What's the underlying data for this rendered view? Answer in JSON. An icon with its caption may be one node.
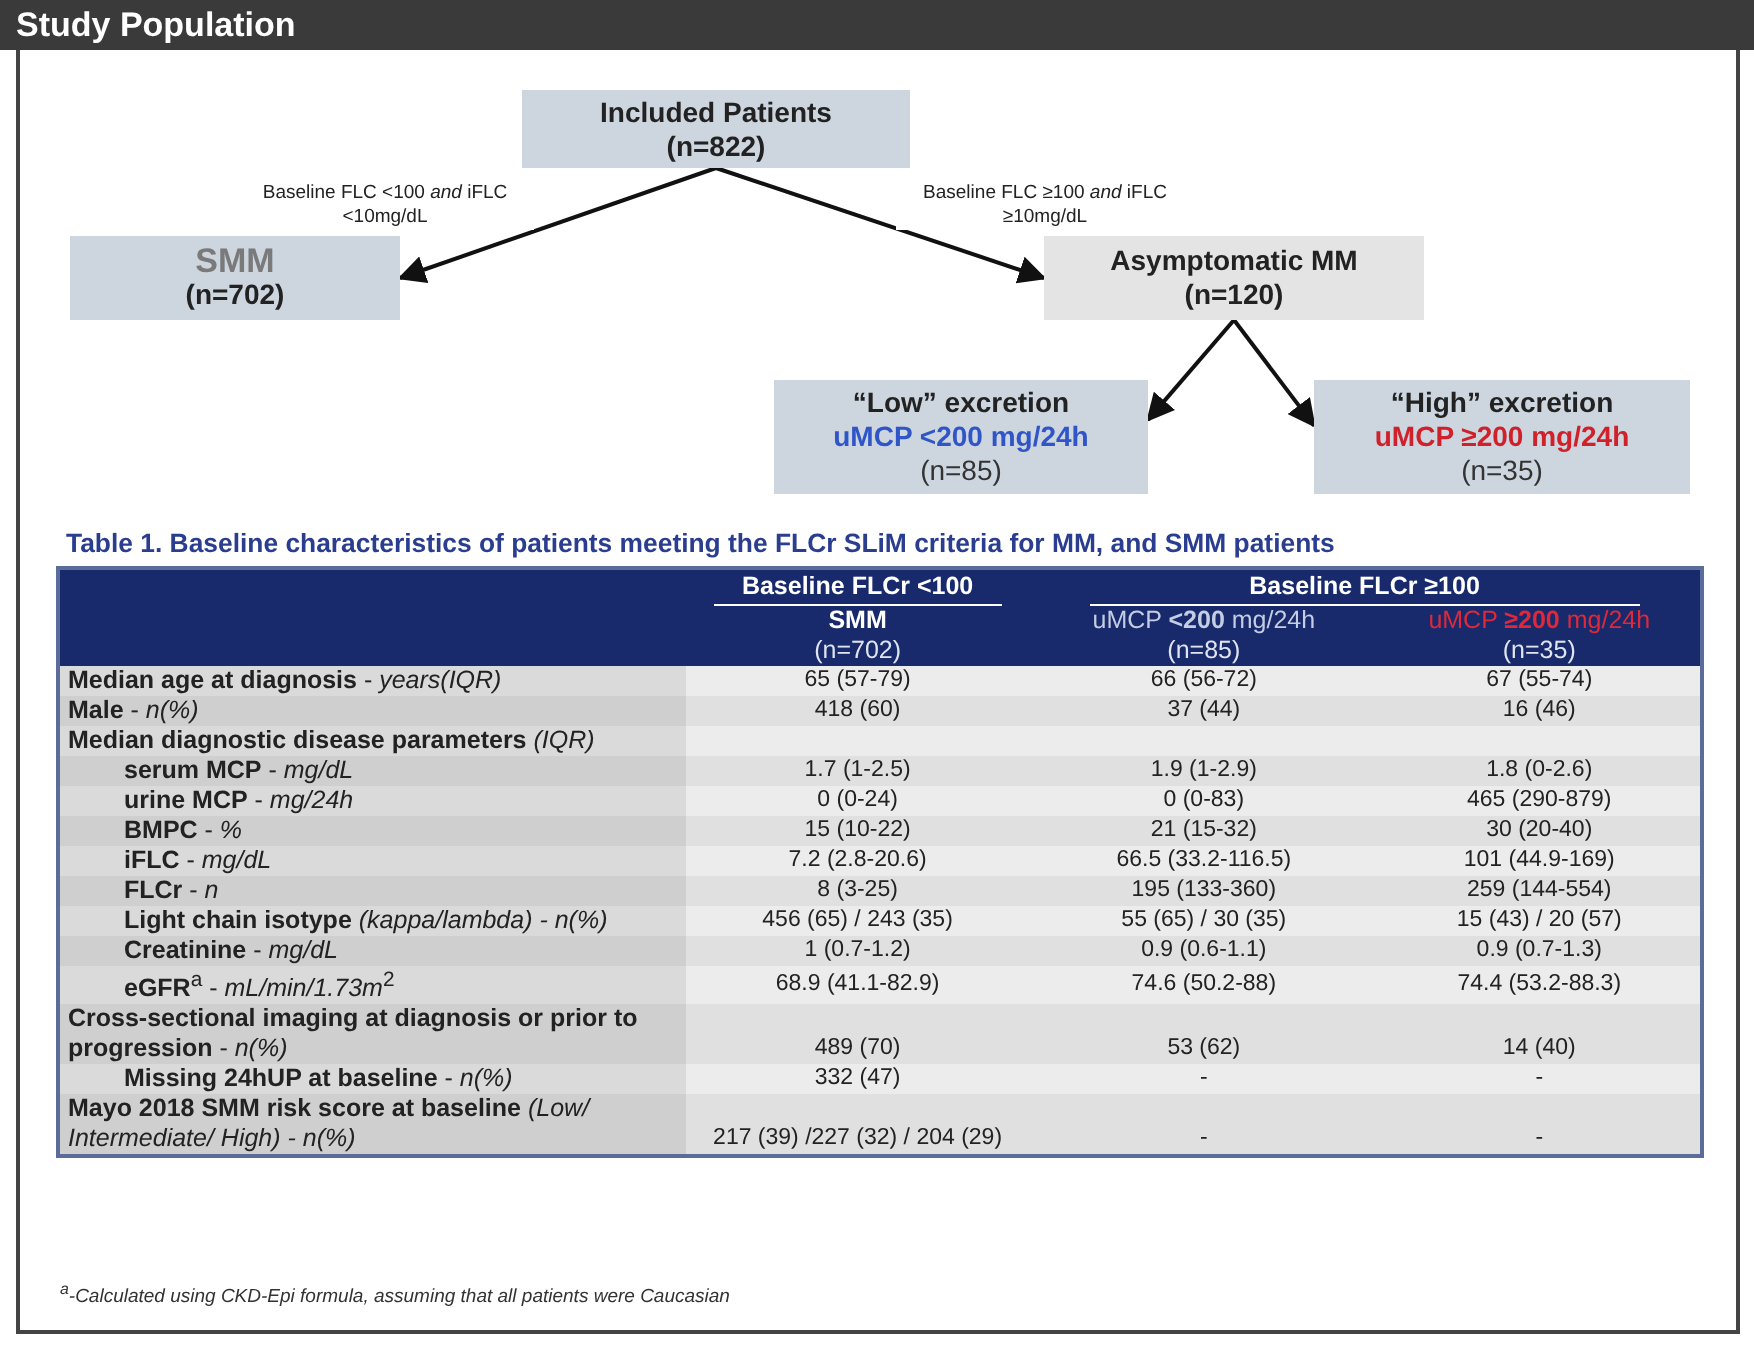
{
  "diagram": {
    "title": "Study Population",
    "nodes": [
      {
        "text": [
          "Included Patients",
          "(n=822)"
        ]
      },
      {
        "text": [
          "SMM",
          "(n=702)"
        ]
      },
      {
        "text": [
          "Asymptomatic MM",
          "(n=120)"
        ]
      },
      {
        "text": [
          "“Low” excretion",
          "uMCP <200 mg/24h",
          "(n=85)"
        ]
      },
      {
        "text": [
          "“High” excretion",
          "uMCP ≥200 mg/24h",
          "(n=35)"
        ]
      }
    ],
    "edges": [
      {
        "from": 0,
        "to": 1,
        "arrow": "to",
        "label": "Baseline FLC <100 *and* iFLC <10mg/dL"
      },
      {
        "from": 0,
        "to": 2,
        "arrow": "to",
        "label": "Baseline FLC ≥100 *and* iFLC ≥10mg/dL"
      },
      {
        "from": 2,
        "to": 3,
        "arrow": "to"
      },
      {
        "from": 2,
        "to": 4,
        "arrow": "to"
      }
    ],
    "labels": [
      "Table 1. Baseline characteristics of patients meeting the FLCr SLiM criteria for MM, and SMM patients",
      "Baseline FLCr <100",
      "Baseline FLCr ≥100",
      "SMM",
      "(n=702)",
      "uMCP **<200** mg/24h",
      "(n=85)",
      "uMCP **≥200** mg/24h",
      "(n=35)",
      "**Median age at diagnosis** - *years(IQR)*",
      "65 (57-79)",
      "66 (56-72)",
      "67 (55-74)",
      "**Male** - *n(%)*",
      "418 (60)",
      "37 (44)",
      "16 (46)",
      "**Median diagnostic disease parameters** *(IQR)*",
      "**serum MCP** - *mg/dL*",
      "1.7 (1-2.5)",
      "1.9 (1-2.9)",
      "1.8 (0-2.6)",
      "**urine MCP** - *mg/24h*",
      "0 (0-24)",
      "0 (0-83)",
      "465 (290-879)",
      "**BMPC** - *%*",
      "15 (10-22)",
      "21 (15-32)",
      "30 (20-40)",
      "**iFLC** - *mg/dL*",
      "7.2 (2.8-20.6)",
      "66.5 (33.2-116.5)",
      "101 (44.9-169)",
      "**FLCr** - *n*",
      "8 (3-25)",
      "195 (133-360)",
      "259 (144-554)",
      "**Light chain isotype** *(kappa/lambda) - n(%)*",
      "456 (65) / 243 (35)",
      "55 (65) / 30 (35)",
      "15 (43) / 20 (57)",
      "**Creatinine** - *mg/dL*",
      "1 (0.7-1.2)",
      "0.9 (0.6-1.1)",
      "0.9 (0.7-1.3)",
      "**eGFR**$^{a}$ - *mL/min/1.73m*$^{2}$",
      "68.9 (41.1-82.9)",
      "74.6 (50.2-88)",
      "74.4 (53.2-88.3)",
      "**Cross-sectional imaging at diagnosis or prior to progression** - *n(%)*",
      "489 (70)",
      "53 (62)",
      "14 (40)",
      "**Missing 24hUP at baseline** - *n(%)*",
      "332 (47)",
      "-",
      "-",
      "**Mayo 2018 SMM risk score at baseline** *(Low/ Intermediate/ High) - n(%)*",
      "217 (39) /227 (32) / 204 (29)",
      "-",
      "-",
      "$^{a}$-Calculated using CKD-Epi formula, assuming that all patients were Caucasian"
    ]
  }
}
